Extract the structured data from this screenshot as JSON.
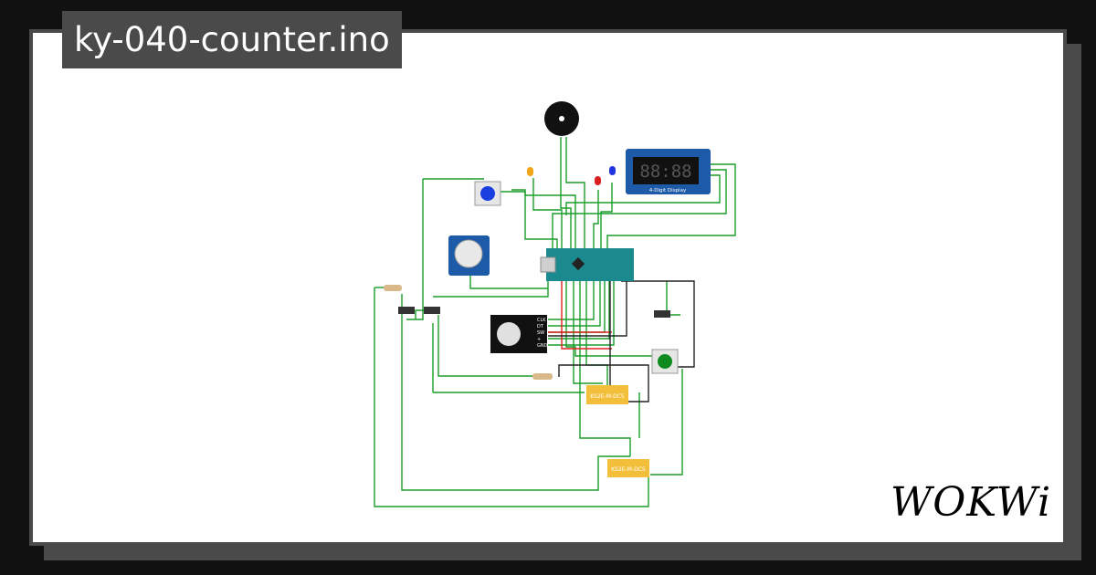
{
  "project": {
    "title": "ky-040-counter.ino"
  },
  "brand": {
    "logo_text": "WOKWi"
  },
  "components": {
    "display": {
      "label": "4-Digit Display",
      "digits": "88:88"
    },
    "relay1": {
      "label": "KS2E-M-DC5"
    },
    "relay2": {
      "label": "KS2E-M-DC5"
    },
    "encoder_pins": [
      "CLK",
      "DT",
      "SW",
      "+",
      "GND"
    ]
  },
  "colors": {
    "wire_green": "#1a9e2a",
    "wire_red": "#e02020",
    "wire_black": "#222222",
    "board_teal": "#1a8a8f",
    "relay_yellow": "#f3bf3a",
    "display_blue": "#1d5aa8",
    "button_blue": "#1a3fe0",
    "button_green": "#0f8a1f"
  }
}
